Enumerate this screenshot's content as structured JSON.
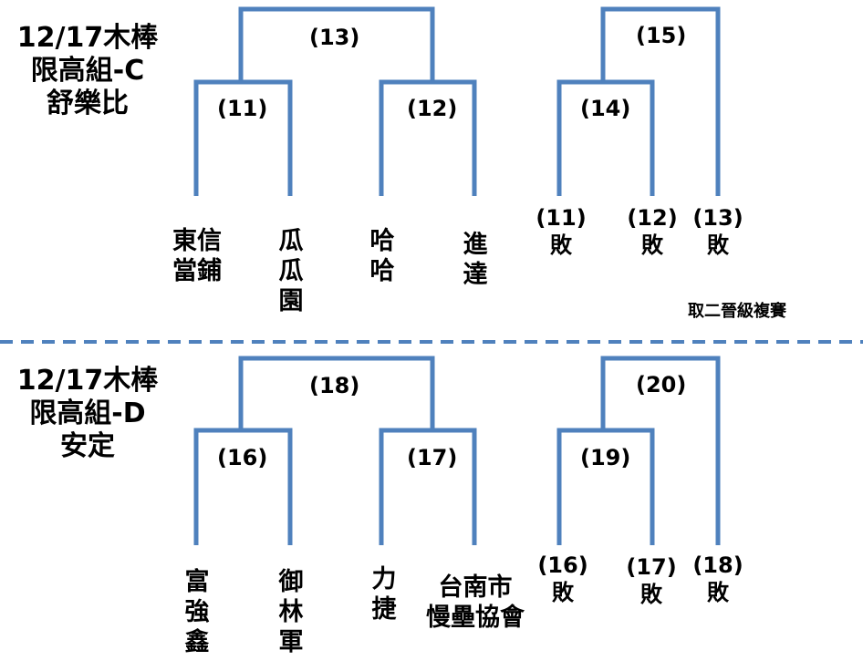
{
  "colors": {
    "bracket": "#4f81bd",
    "divider": "#4f81bd",
    "text": "#000000"
  },
  "sections": [
    {
      "title": [
        "12/17木棒",
        "限高組-C",
        "舒樂比"
      ],
      "matches": [
        "(11)",
        "(12)",
        "(13)",
        "(14)",
        "(15)"
      ],
      "teams": [
        [
          "東信",
          "當鋪"
        ],
        [
          "瓜",
          "瓜",
          "園"
        ],
        [
          "哈",
          "哈"
        ],
        [
          "進",
          "達"
        ]
      ],
      "losers": [
        [
          "(11)",
          "敗"
        ],
        [
          "(12)",
          "敗"
        ],
        [
          "(13)",
          "敗"
        ]
      ],
      "note": "取二晉級複賽"
    },
    {
      "title": [
        "12/17木棒",
        "限高組-D",
        "安定"
      ],
      "matches": [
        "(16)",
        "(17)",
        "(18)",
        "(19)",
        "(20)"
      ],
      "teams": [
        [
          "富",
          "強",
          "鑫"
        ],
        [
          "御",
          "林",
          "軍"
        ],
        [
          "力",
          "捷"
        ],
        [
          "台南市",
          "慢壘協會"
        ]
      ],
      "losers": [
        [
          "(16)",
          "敗"
        ],
        [
          "(17)",
          "敗"
        ],
        [
          "(18)",
          "敗"
        ]
      ]
    }
  ]
}
